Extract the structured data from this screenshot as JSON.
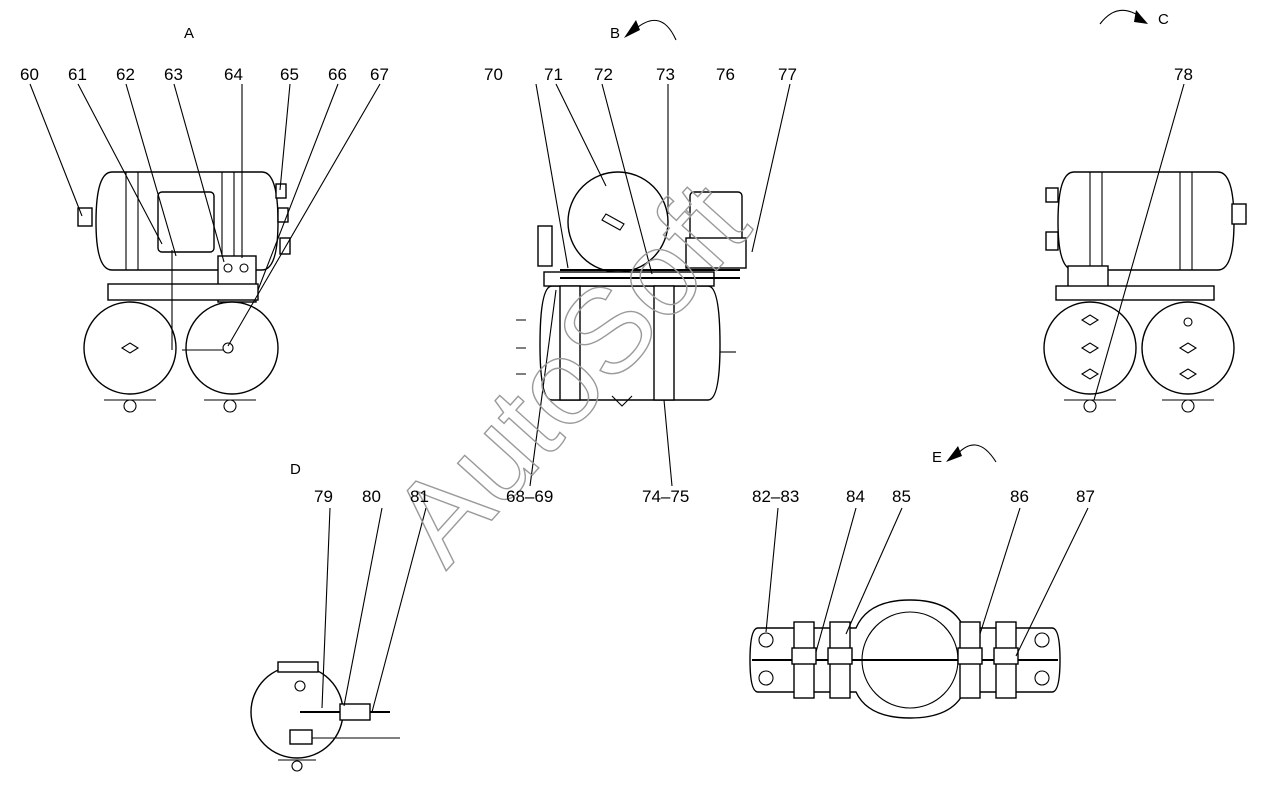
{
  "watermark": "AutoSoft",
  "views": {
    "a": "A",
    "b": "B",
    "c": "C",
    "d": "D",
    "e": "E"
  },
  "callouts": {
    "c60": "60",
    "c61": "61",
    "c62": "62",
    "c63": "63",
    "c64": "64",
    "c65": "65",
    "c66": "66",
    "c67": "67",
    "c70": "70",
    "c71": "71",
    "c72": "72",
    "c73": "73",
    "c76": "76",
    "c77": "77",
    "c78": "78",
    "c68_69": "68–69",
    "c74_75": "74–75",
    "c79": "79",
    "c80": "80",
    "c81": "81",
    "c82_83": "82–83",
    "c84": "84",
    "c85": "85",
    "c86": "86",
    "c87": "87"
  },
  "colors": {
    "line": "#000000",
    "watermark": "#9a9a9a",
    "background": "#ffffff"
  }
}
